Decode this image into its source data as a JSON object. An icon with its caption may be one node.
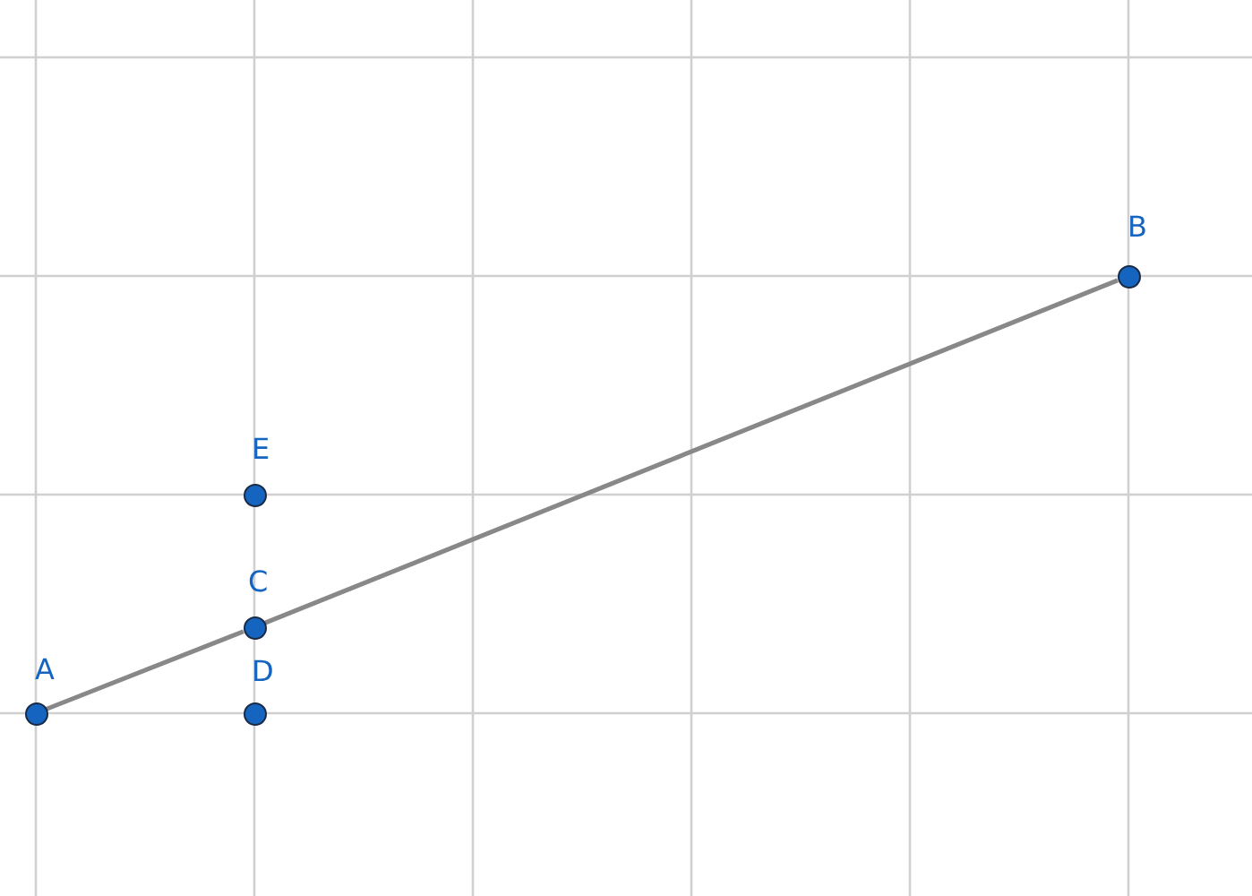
{
  "diagram": {
    "nodes": [
      {
        "text": [
          "A"
        ]
      },
      {
        "text": [
          "B"
        ]
      },
      {
        "text": [
          "C"
        ]
      },
      {
        "text": [
          "D"
        ]
      },
      {
        "text": [
          "E"
        ]
      }
    ],
    "edges": [
      {
        "from": 0,
        "to": 2,
        "arrow": "none"
      },
      {
        "from": 2,
        "to": 1,
        "arrow": "none"
      }
    ]
  }
}
